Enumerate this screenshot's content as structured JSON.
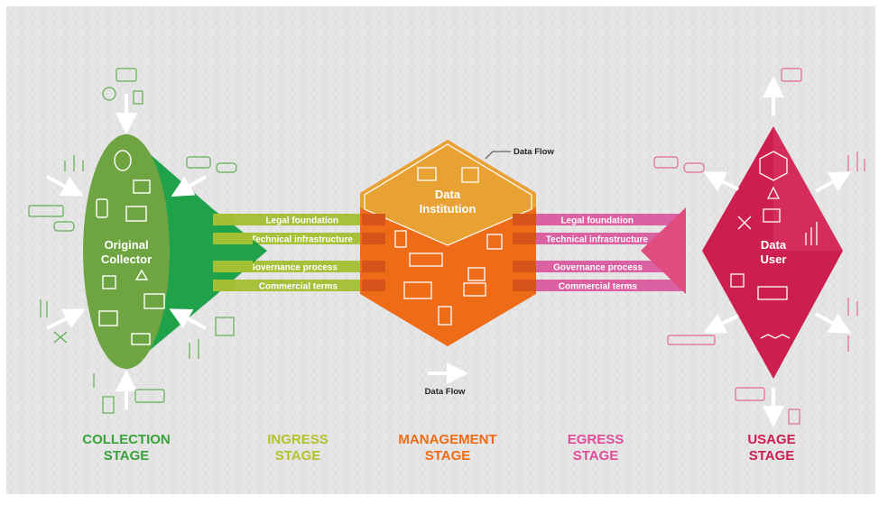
{
  "colors": {
    "background": "#e6e6e6",
    "collection_green": "#6ea542",
    "collection_dark": "#1fa24a",
    "ingress_green": "#a3bf34",
    "management_orange": "#ee6b18",
    "management_top": "#e8a233",
    "egress_pink": "#d9539a",
    "usage_red": "#cc1f4f",
    "usage_pink": "#e04c7d"
  },
  "diagram": {
    "collector": {
      "line1": "Original",
      "line2": "Collector"
    },
    "institution": {
      "line1": "Data",
      "line2": "Institution"
    },
    "user": {
      "line1": "Data",
      "line2": "User"
    },
    "data_flow_top": "Data Flow",
    "data_flow_bottom": "Data Flow",
    "ingress_bands": [
      "Legal foundation",
      "Technical infrastructure",
      "Governance process",
      "Commercial terms"
    ],
    "egress_bands": [
      "Legal foundation",
      "Technical infrastructure",
      "Governance process",
      "Commercial terms"
    ]
  },
  "stages": [
    {
      "line1": "COLLECTION",
      "line2": "STAGE",
      "color": "#3aa13c"
    },
    {
      "line1": "INGRESS",
      "line2": "STAGE",
      "color": "#b4c22c"
    },
    {
      "line1": "MANAGEMENT",
      "line2": "STAGE",
      "color": "#ee6b18"
    },
    {
      "line1": "EGRESS",
      "line2": "STAGE",
      "color": "#e04c9a"
    },
    {
      "line1": "USAGE",
      "line2": "STAGE",
      "color": "#cc1f4f"
    }
  ]
}
